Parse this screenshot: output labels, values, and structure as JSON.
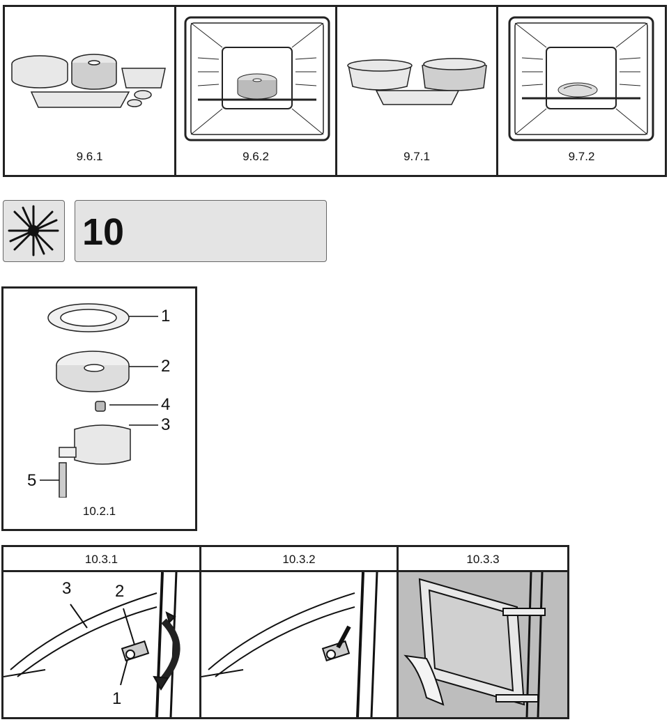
{
  "row1": {
    "figures": [
      {
        "label": "9.6.1"
      },
      {
        "label": "9.6.2"
      },
      {
        "label": "9.7.1"
      },
      {
        "label": "9.7.2"
      }
    ]
  },
  "section": {
    "number": "10",
    "icon": "sparkle-star-icon"
  },
  "burner": {
    "figure_label": "10.2.1",
    "parts": [
      "1",
      "2",
      "4",
      "3",
      "5"
    ]
  },
  "door": {
    "figures": [
      {
        "label": "10.3.1",
        "callouts": [
          "3",
          "2",
          "1"
        ]
      },
      {
        "label": "10.3.2"
      },
      {
        "label": "10.3.3"
      }
    ]
  }
}
